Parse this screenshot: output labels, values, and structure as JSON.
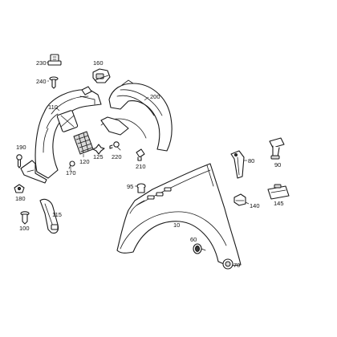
{
  "diagram": {
    "callouts": {
      "c230": "230",
      "c160": "160",
      "c240": "240",
      "c200": "200",
      "c110": "110",
      "c190": "190",
      "c125": "125",
      "c220": "220",
      "c80": "80",
      "c90": "90",
      "c120": "120",
      "c170": "170",
      "c210": "210",
      "c95": "95",
      "c180": "180",
      "c140": "140",
      "c145": "145",
      "c115": "115",
      "c100": "100",
      "c10": "10",
      "c60": "60",
      "c70": "70"
    }
  }
}
